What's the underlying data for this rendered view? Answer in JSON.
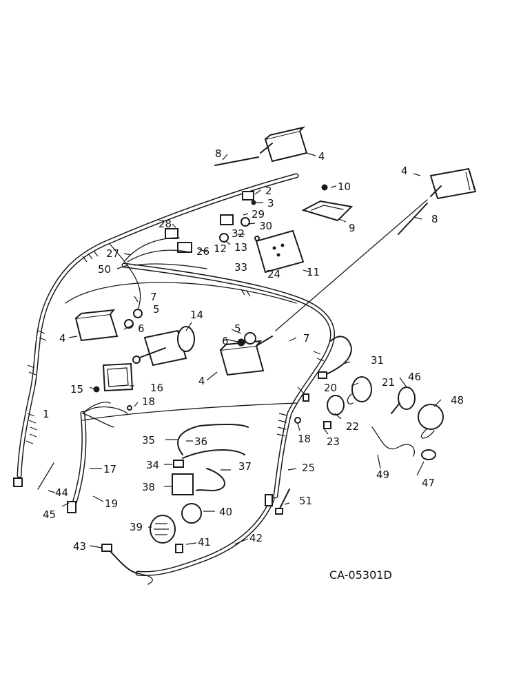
{
  "drawing": {
    "code": "CA-05301D"
  },
  "callouts": [
    "1",
    "2",
    "3",
    "4",
    "5",
    "6",
    "7",
    "8",
    "9",
    "10",
    "11",
    "12",
    "13",
    "14",
    "15",
    "16",
    "17",
    "18",
    "19",
    "20",
    "21",
    "22",
    "23",
    "24",
    "25",
    "26",
    "27",
    "28",
    "29",
    "30",
    "31",
    "32",
    "33",
    "34",
    "35",
    "36",
    "37",
    "38",
    "39",
    "40",
    "41",
    "42",
    "43",
    "44",
    "45",
    "46",
    "47",
    "48",
    "49",
    "50",
    "51"
  ]
}
